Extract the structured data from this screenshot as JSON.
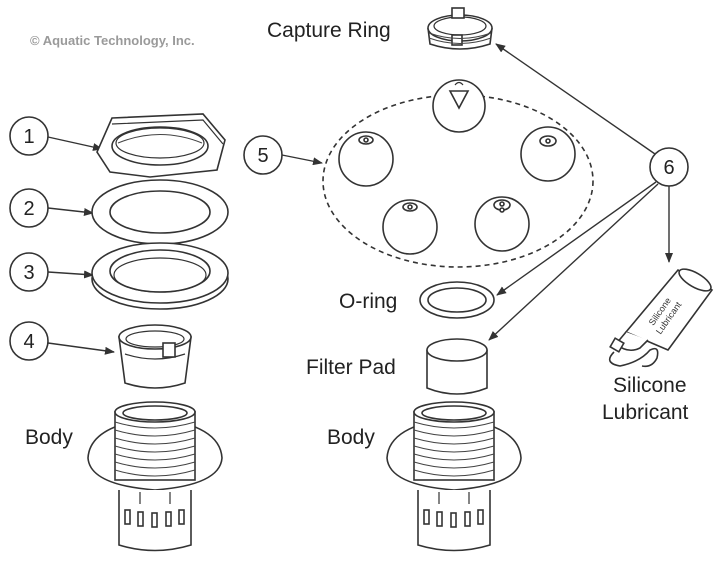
{
  "copyright": "© Aquatic Technology, Inc.",
  "callouts": [
    {
      "number": "1"
    },
    {
      "number": "2"
    },
    {
      "number": "3"
    },
    {
      "number": "4"
    },
    {
      "number": "5"
    },
    {
      "number": "6"
    }
  ],
  "labels": {
    "capture_ring": "Capture Ring",
    "o_ring": "O-ring",
    "filter_pad": "Filter Pad",
    "body_left": "Body",
    "body_right": "Body",
    "silicone_line1": "Silicone",
    "silicone_line2": "Lubricant",
    "tube_text_1": "Silicone",
    "tube_text_2": "Lubricant"
  },
  "colors": {
    "line": "#333333",
    "copyright": "#9a9a9a",
    "background": "#ffffff"
  }
}
